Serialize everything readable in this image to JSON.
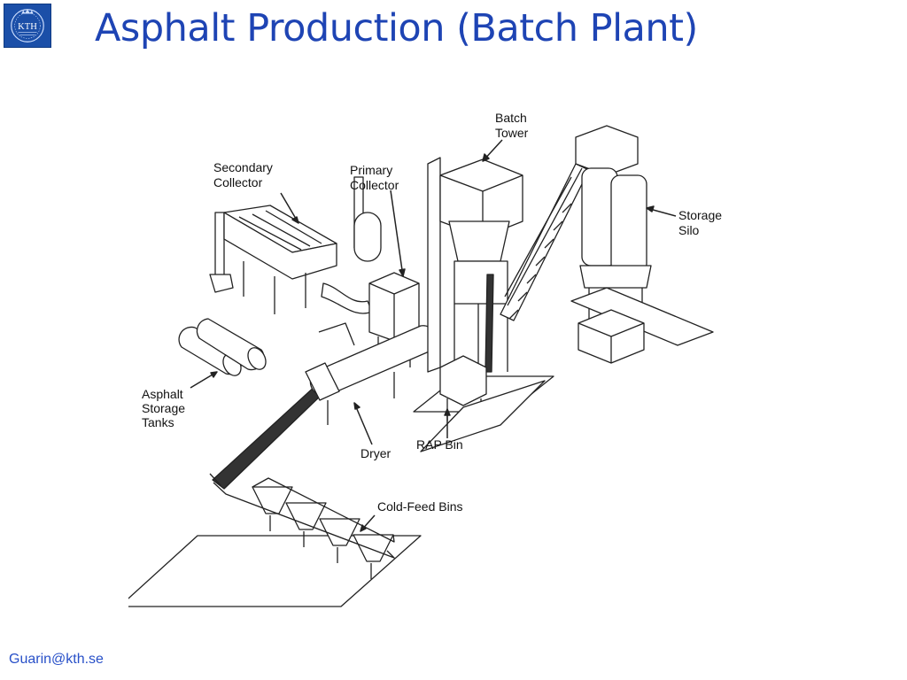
{
  "slide": {
    "title": "Asphalt Production (Batch Plant)",
    "footer": "Guarin@kth.se",
    "logo_text": "KTH"
  },
  "diagram": {
    "labels": {
      "batch_tower": [
        "Batch",
        "Tower"
      ],
      "secondary_collector": [
        "Secondary",
        "Collector"
      ],
      "primary_collector": [
        "Primary",
        "Collector"
      ],
      "storage_silo": [
        "Storage",
        "Silo"
      ],
      "asphalt_storage_tanks": [
        "Asphalt",
        "Storage",
        "Tanks"
      ],
      "dryer": "Dryer",
      "rap_bin": "RAP Bin",
      "cold_feed_bins": "Cold-Feed Bins"
    }
  },
  "colors": {
    "title": "#1e44b4",
    "footer": "#2850c8",
    "logo_bg": "#1b4fa8",
    "line": "#222222"
  }
}
